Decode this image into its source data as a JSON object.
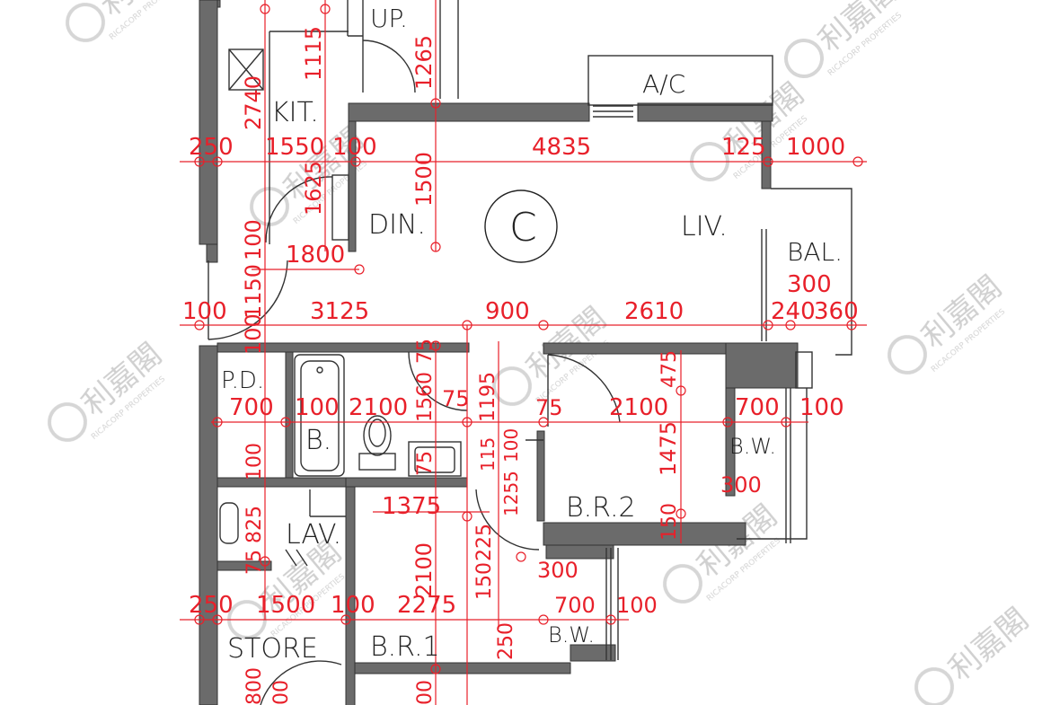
{
  "unit_label": "C",
  "rooms": {
    "up": "UP.",
    "ac": "A/C",
    "kit": "KIT.",
    "din": "DIN.",
    "liv": "LIV.",
    "bal": "BAL.",
    "pd": "P.D.",
    "bath": "B.",
    "lav": "LAV.",
    "br2": "B.R.2",
    "bw1": "B.W.",
    "bw2": "B.W.",
    "store": "STORE",
    "br1": "B.R.1"
  },
  "dimensions": {
    "d2740": "2740",
    "d1115": "1115",
    "d1265": "1265",
    "d250a": "250",
    "d1550": "1550",
    "d100a": "100",
    "d4835": "4835",
    "d125": "125",
    "d1000": "1000",
    "d1625": "1625",
    "d1500a": "1500",
    "d100b": "100",
    "d1800": "1800",
    "d1150": "1150",
    "d100c": "100",
    "d3125": "3125",
    "d900": "900",
    "d2610": "2610",
    "d300a": "300",
    "d240": "240",
    "d360": "360",
    "d100d": "100",
    "d75a": "75",
    "d475": "475",
    "d700a": "700",
    "d100e": "100",
    "d2100a": "2100",
    "d1560": "1560",
    "d75b": "75",
    "d1195": "1195",
    "d75c": "75",
    "d2100b": "2100",
    "d700b": "700",
    "d100f": "100",
    "d100g": "100",
    "d75d": "75",
    "d115": "115",
    "d1255": "1255",
    "d100h": "100",
    "d1475": "1475",
    "d300b": "300",
    "d1375": "1375",
    "d825": "825",
    "d75e": "75",
    "d150a": "150",
    "d2100c": "2100",
    "d150b": "150",
    "d225": "225",
    "d300c": "300",
    "d700c": "700",
    "d100i": "100",
    "d250b": "250",
    "d1500b": "1500",
    "d100j": "100",
    "d2275": "2275",
    "d250c": "250",
    "d800": "800",
    "d00a": "00",
    "d00b": "00"
  },
  "watermarks": {
    "brand_cn": "利嘉閣",
    "brand_en": "RICACORP PROPERTIES"
  }
}
